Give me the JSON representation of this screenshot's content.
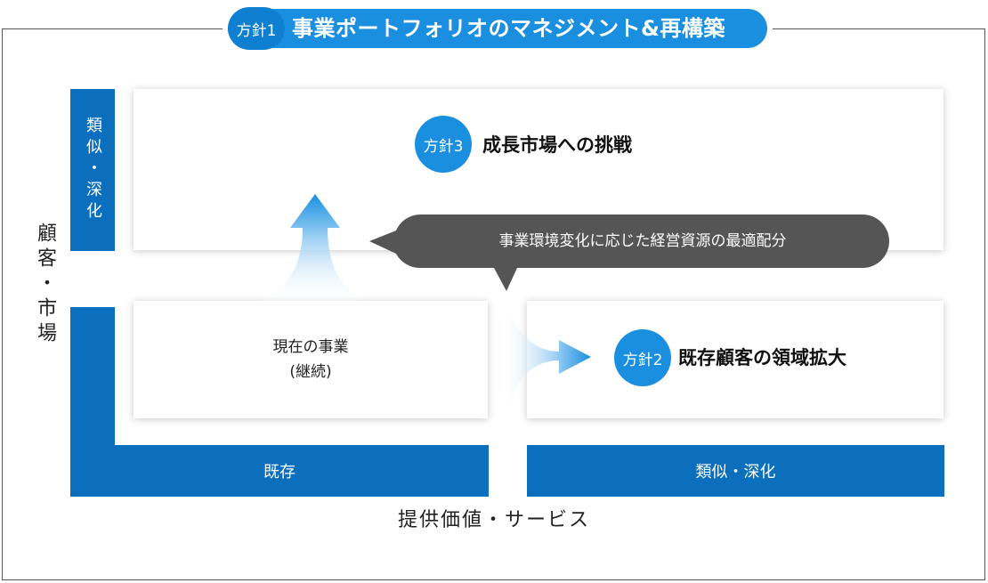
{
  "title": {
    "badge": "方針1",
    "text": "事業ポートフォリオのマネジメント&再構築"
  },
  "axes": {
    "y_label": "顧客・市場",
    "x_label": "提供価値・サービス",
    "y_segment_top": "類似・深化",
    "x_segment_left": "既存",
    "x_segment_right": "類似・深化"
  },
  "boxes": {
    "top": {
      "badge": "方針3",
      "heading": "成長市場への挑戦"
    },
    "current": {
      "line1": "現在の事業",
      "line2": "(継続)"
    },
    "right": {
      "badge": "方針2",
      "heading": "既存顧客の領域拡大"
    }
  },
  "callout": {
    "text": "事業環境変化に応じた経営資源の最適配分"
  },
  "colors": {
    "primary_blue": "#0b6fbd",
    "badge_blue": "#1a8fe0",
    "callout_gray": "#555555",
    "arrow_light": "#cfe8fa"
  }
}
